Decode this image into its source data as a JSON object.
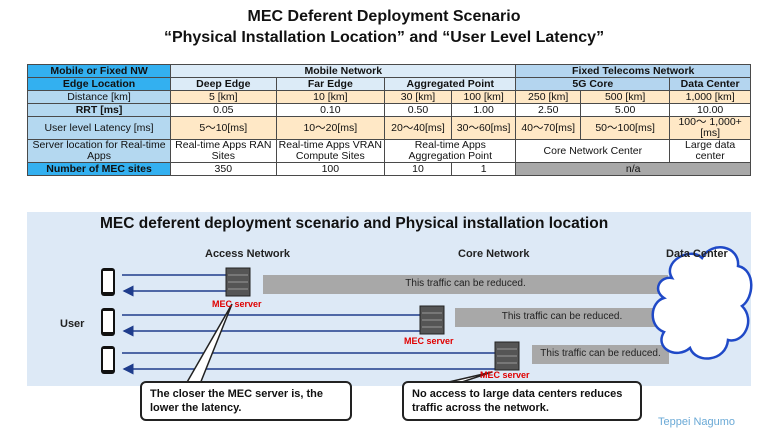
{
  "title_line1": "MEC Deferent Deployment Scenario",
  "title_line2": "“Physical Installation Location” and “User Level Latency”",
  "table": {
    "row_header": "Mobile or Fixed NW",
    "mobile_network": "Mobile Network",
    "fixed_network": "Fixed Telecoms Network",
    "edge_location_label": "Edge Location",
    "edge_locations": [
      "Deep Edge",
      "Far Edge",
      "Aggregated Point",
      "5G Core",
      "Data Center"
    ],
    "distance_label": "Distance [km]",
    "distances": [
      "5 [km]",
      "10 [km]",
      "30 [km]",
      "100 [km]",
      "250 [km]",
      "500 [km]",
      "1,000 [km]"
    ],
    "rrt_label": "RRT [ms]",
    "rrt_values": [
      "0.05",
      "0.10",
      "0.50",
      "1.00",
      "2.50",
      "5.00",
      "10.00"
    ],
    "latency_label": "User level Latency [ms]",
    "latencies": [
      "5～10[ms]",
      "10～20[ms]",
      "20～40[ms]",
      "30～60[ms]",
      "40～70[ms]",
      "50～100[ms]",
      "100～ 1,000+[ms]"
    ],
    "server_label": "Server location for Real-time Apps",
    "server_locations": [
      "Real-time Apps RAN Sites",
      "Real-time Apps VRAN Compute Sites",
      "Real-time Apps Aggregation Point",
      "Core Network Center",
      "Large data center"
    ],
    "sites_label": "Number of MEC sites",
    "sites": [
      "350",
      "100",
      "10",
      "1",
      "n/a"
    ]
  },
  "diagram": {
    "subtitle": "MEC deferent deployment scenario and Physical installation location",
    "access_network": "Access Network",
    "core_network": "Core Network",
    "data_center": "Data Center",
    "user": "User",
    "mec_server": "MEC server",
    "traffic_text": "This traffic can be reduced.",
    "callout_left": "The closer the MEC server is, the lower the latency.",
    "callout_right": "No access to large data centers reduces traffic across the network."
  },
  "author": "Teppei Nagumo"
}
